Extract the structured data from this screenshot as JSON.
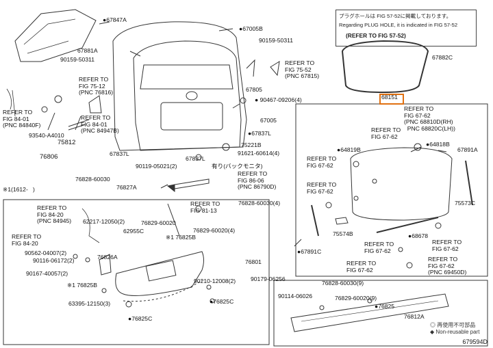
{
  "note": {
    "line1": "プラグホールは FIG 57-52に掲載しております。",
    "line2": "Regarding PLUG HOLE, it is indicated in FIG 57-52",
    "line3": "(REFER TO FIG 57-52)"
  },
  "labels": [
    {
      "id": "67847A",
      "text": "●67847A"
    },
    {
      "id": "67005B",
      "text": "●67005B"
    },
    {
      "id": "67881A",
      "text": "67881A"
    },
    {
      "id": "90159-50311a",
      "text": "90159-50311"
    },
    {
      "id": "90159-50311b",
      "text": "90159-50311"
    },
    {
      "id": "ref-75-52",
      "text": "REFER TO\nFIG 75-52\n(PNC 67815)"
    },
    {
      "id": "ref-75-12",
      "text": "REFER TO\nFIG 75-12\n(PNC 76816)"
    },
    {
      "id": "67882C",
      "text": "67882C"
    },
    {
      "id": "68151",
      "text": "68151"
    },
    {
      "id": "ref-84-01a",
      "text": "REFER TO\nFIG 84-01\n(PNC 84840F)"
    },
    {
      "id": "ref-84-01b",
      "text": "REFER TO\nFIG 84-01\n(PNC 84947B)"
    },
    {
      "id": "67805",
      "text": "67805"
    },
    {
      "id": "90467-09206",
      "text": "● 90467-09206(4)"
    },
    {
      "id": "67005",
      "text": "67005"
    },
    {
      "id": "ref-67-62-top",
      "text": "REFER TO\nFIG 67-62\n(PNC 68810D(RH)\n  PNC 68820C(LH))"
    },
    {
      "id": "67837L-a",
      "text": "●67837L"
    },
    {
      "id": "93540",
      "text": "93540-A4010"
    },
    {
      "id": "75812",
      "text": "75812"
    },
    {
      "id": "76806",
      "text": "76806"
    },
    {
      "id": "75221B",
      "text": "75221B"
    },
    {
      "id": "91621",
      "text": "91621-60614(4)"
    },
    {
      "id": "67837L-b",
      "text": "67837L"
    },
    {
      "id": "67837L-c",
      "text": "67837L"
    },
    {
      "id": "ref-67-62-a",
      "text": "REFER TO\nFIG 67-62"
    },
    {
      "id": "64819B",
      "text": "●64819B"
    },
    {
      "id": "64818B",
      "text": "●64818B"
    },
    {
      "id": "67891A",
      "text": "67891A"
    },
    {
      "id": "90119",
      "text": "90119-05021(2)"
    },
    {
      "id": "with-monitor",
      "text": "有り(バックモニタ)"
    },
    {
      "id": "ref-86-06",
      "text": "REFER TO\nFIG 86-06\n(PNC 86790D)"
    },
    {
      "id": "ref-67-62-b",
      "text": "REFER TO\nFIG 67-62"
    },
    {
      "id": "76828-60030a",
      "text": "76828-60030"
    },
    {
      "id": "76827A",
      "text": "76827A"
    },
    {
      "id": "range-note",
      "text": "※1(1612-   )"
    },
    {
      "id": "ref-67-62-c",
      "text": "REFER TO\nFIG 67-62"
    },
    {
      "id": "75573C",
      "text": "75573C"
    },
    {
      "id": "76828-60030b",
      "text": "76828-60030(4)"
    },
    {
      "id": "ref-84-20a",
      "text": "REFER TO\nFIG 84-20\n(PNC 84945)"
    },
    {
      "id": "ref-81-13",
      "text": "REFER TO\nFIG 81-13"
    },
    {
      "id": "62217",
      "text": "62217-12050(2)"
    },
    {
      "id": "76829-60020",
      "text": "76829-60020"
    },
    {
      "id": "62955C",
      "text": "62955C"
    },
    {
      "id": "ref-84-20b",
      "text": "REFER TO\nFIG 84-20"
    },
    {
      "id": "76825B-a",
      "text": "※1 76825B"
    },
    {
      "id": "76829-60020-4",
      "text": "76829-60020(4)"
    },
    {
      "id": "75574B",
      "text": "75574B"
    },
    {
      "id": "68678",
      "text": "●68678"
    },
    {
      "id": "90562",
      "text": "90562-04007(2)"
    },
    {
      "id": "90116",
      "text": "90116-06172(2)"
    },
    {
      "id": "76826A",
      "text": "76826A"
    },
    {
      "id": "ref-67-62-d",
      "text": "REFER TO\nFIG 67-62"
    },
    {
      "id": "ref-67-62-e",
      "text": "REFER TO\nFIG 67-62"
    },
    {
      "id": "76801",
      "text": "76801"
    },
    {
      "id": "67891C",
      "text": "●67891C"
    },
    {
      "id": "90167",
      "text": "90167-40057(2)"
    },
    {
      "id": "ref-67-62-f",
      "text": "REFER TO\nFIG 67-62"
    },
    {
      "id": "ref-67-62-pnc",
      "text": "REFER TO\nFIG 67-62\n(PNC 69450D)"
    },
    {
      "id": "90179",
      "text": "90179-06256"
    },
    {
      "id": "76825B-b",
      "text": "※1 76825B"
    },
    {
      "id": "90210",
      "text": "90210-12008(2)"
    },
    {
      "id": "76828-60030-9",
      "text": "76828-60030(9)"
    },
    {
      "id": "90114",
      "text": "90114-06026"
    },
    {
      "id": "76829-60020-9",
      "text": "76829-60020(9)"
    },
    {
      "id": "76825C-a",
      "text": "●76825C"
    },
    {
      "id": "63395",
      "text": "63395-12150(3)"
    },
    {
      "id": "76825",
      "text": "●76825"
    },
    {
      "id": "76825C-b",
      "text": "●76825C"
    },
    {
      "id": "76812A",
      "text": "76812A"
    }
  ],
  "footer": {
    "jp": "◎ 再使用不可部品",
    "en": "◆ Non-reusable part",
    "fig": "679594D"
  }
}
